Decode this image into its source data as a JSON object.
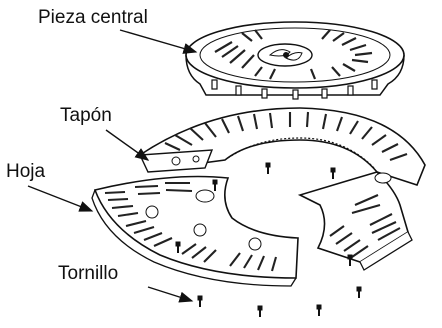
{
  "labels": {
    "central_piece": "Pieza central",
    "cap": "Tapón",
    "blade": "Hoja",
    "screw": "Tornillo"
  },
  "colors": {
    "line": "#111111",
    "fill": "#ffffff",
    "slot": "#222222"
  }
}
